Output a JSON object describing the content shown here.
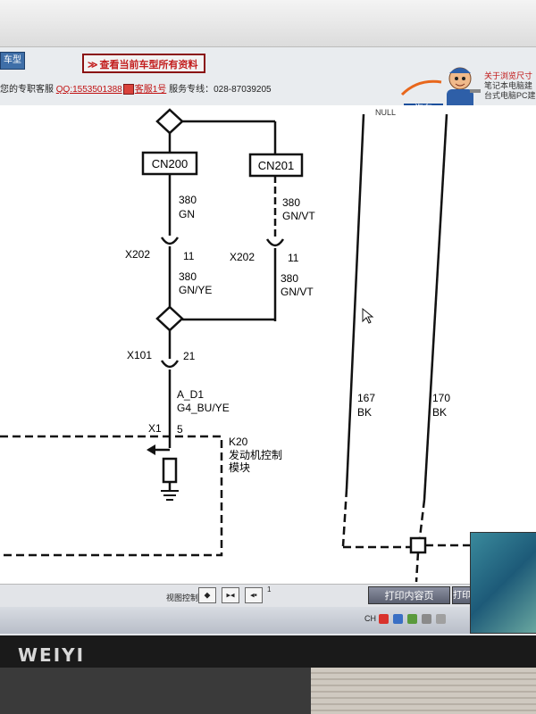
{
  "toolbar": {
    "model_button": "车型",
    "view_all_button": "查看当前车型所有资料",
    "view_all_chevron": "≫"
  },
  "service": {
    "prefix": "您的专职客服",
    "qq": "QQ:1553501388",
    "kefu": "客服1号",
    "hotline": "服务专线：028-87039205"
  },
  "header_right": {
    "brand_tab": "汽车",
    "note_title": "关于浏览尺寸",
    "note_line1": "笔记本电脑建",
    "note_line2": "台式电脑PC建"
  },
  "diagram": {
    "null_label": "NULL",
    "connectors": [
      {
        "id": "CN200"
      },
      {
        "id": "CN201"
      }
    ],
    "wires": [
      {
        "circuit": "380",
        "color": "GN"
      },
      {
        "circuit": "380",
        "color": "GN/VT"
      },
      {
        "circuit": "380",
        "color": "GN/YE"
      },
      {
        "circuit": "380",
        "color": "GN/VT"
      },
      {
        "circuit": "A_D1",
        "color": "G4_BU/YE"
      },
      {
        "circuit": "167",
        "color": "BK"
      },
      {
        "circuit": "170",
        "color": "BK"
      }
    ],
    "pins": [
      {
        "connector": "X202",
        "pin": "11"
      },
      {
        "connector": "X202",
        "pin": "11"
      },
      {
        "connector": "X101",
        "pin": "21"
      },
      {
        "connector": "X1",
        "pin": "5"
      }
    ],
    "module": {
      "code": "K20",
      "name_line1": "发动机控制",
      "name_line2": "模块"
    }
  },
  "bottom": {
    "view_control_label": "视图控制",
    "page_number": "1",
    "print_button": "打印内容页",
    "print_button2": "打印"
  },
  "taskbar": {
    "ime": "CH"
  },
  "monitor": {
    "brand": "WEIYI"
  },
  "colors": {
    "accent_red": "#c01010",
    "brand_blue": "#1b4f9c",
    "print_button": "#6b7080"
  }
}
